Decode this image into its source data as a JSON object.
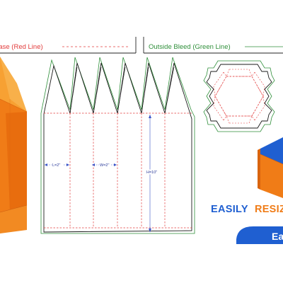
{
  "legend": {
    "left_label": "Base (Red Line)",
    "right_label": "Outside Bleed (Green Line)"
  },
  "dimensions": {
    "length": "L=2\"",
    "width": "W=2\"",
    "height": "H=10\""
  },
  "banner": {
    "word1": "EASILY",
    "word2": "RESIZAB"
  },
  "pill": {
    "text": "Ea"
  },
  "colors": {
    "die_line": "#1b1b1b",
    "fold_line": "#e23b3b",
    "bleed_line": "#2f8f3a",
    "dimension": "#3a54c8",
    "orange": "#f07c17",
    "blue": "#1f5fd1",
    "banner_blue": "#1f5fd1",
    "banner_orange": "#f07c17"
  }
}
